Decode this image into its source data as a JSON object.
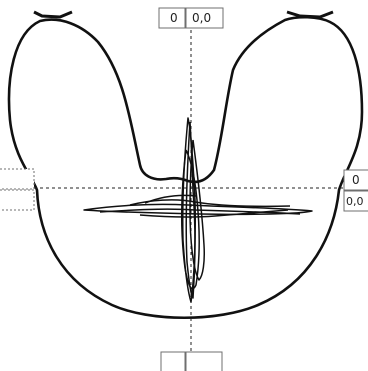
{
  "colors": {
    "background": "#ffffff",
    "outline": "#111111",
    "trace": "#111111",
    "crosshair": "#222222",
    "box_border": "#6f6f6f"
  },
  "readouts": {
    "top_left": "0",
    "top_right": "0,0",
    "right_top": "0",
    "right_bottom": "0,0",
    "left_top": "",
    "left_bottom": "",
    "bottom_left": "",
    "bottom_right": ""
  }
}
